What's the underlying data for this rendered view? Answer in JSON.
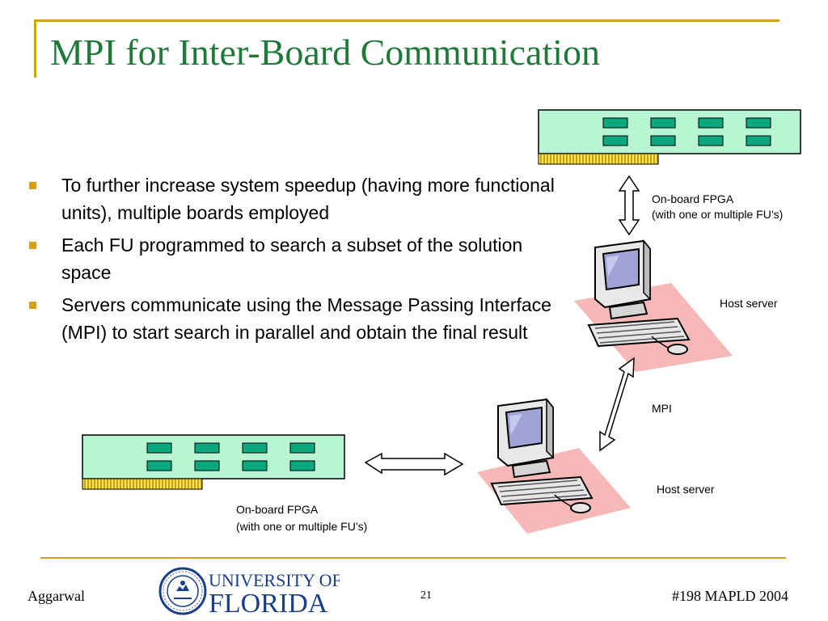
{
  "title": "MPI for Inter-Board Communication",
  "bullets": [
    "To further increase system speedup (having more functional units), multiple boards employed",
    "Each FU programmed to search a subset of the solution space",
    "Servers communicate using the Message Passing Interface (MPI) to start search in parallel and obtain the final result"
  ],
  "diagram": {
    "board_top_label_1": "On-board FPGA",
    "board_top_label_2": "(with one or multiple FU’s)",
    "host_top_label": "Host server",
    "mpi_label": "MPI",
    "host_bottom_label": "Host server",
    "board_bottom_label_1": "On-board FPGA",
    "board_bottom_label_2": "(with one or multiple FU’s)"
  },
  "footer": {
    "author": "Aggarwal",
    "page_number": "21",
    "conference": "#198 MAPLD 2004"
  },
  "logo": {
    "line1": "UNIVERSITY OF",
    "line2": "FLORIDA",
    "seal_text": "University of Florida 1853"
  },
  "colors": {
    "title": "#1f7a3a",
    "accent": "#d4a017",
    "board": "#b8f5d2",
    "chip": "#0aa880",
    "shadow": "#f7b8b8",
    "logo_blue": "#1a3f8a"
  }
}
